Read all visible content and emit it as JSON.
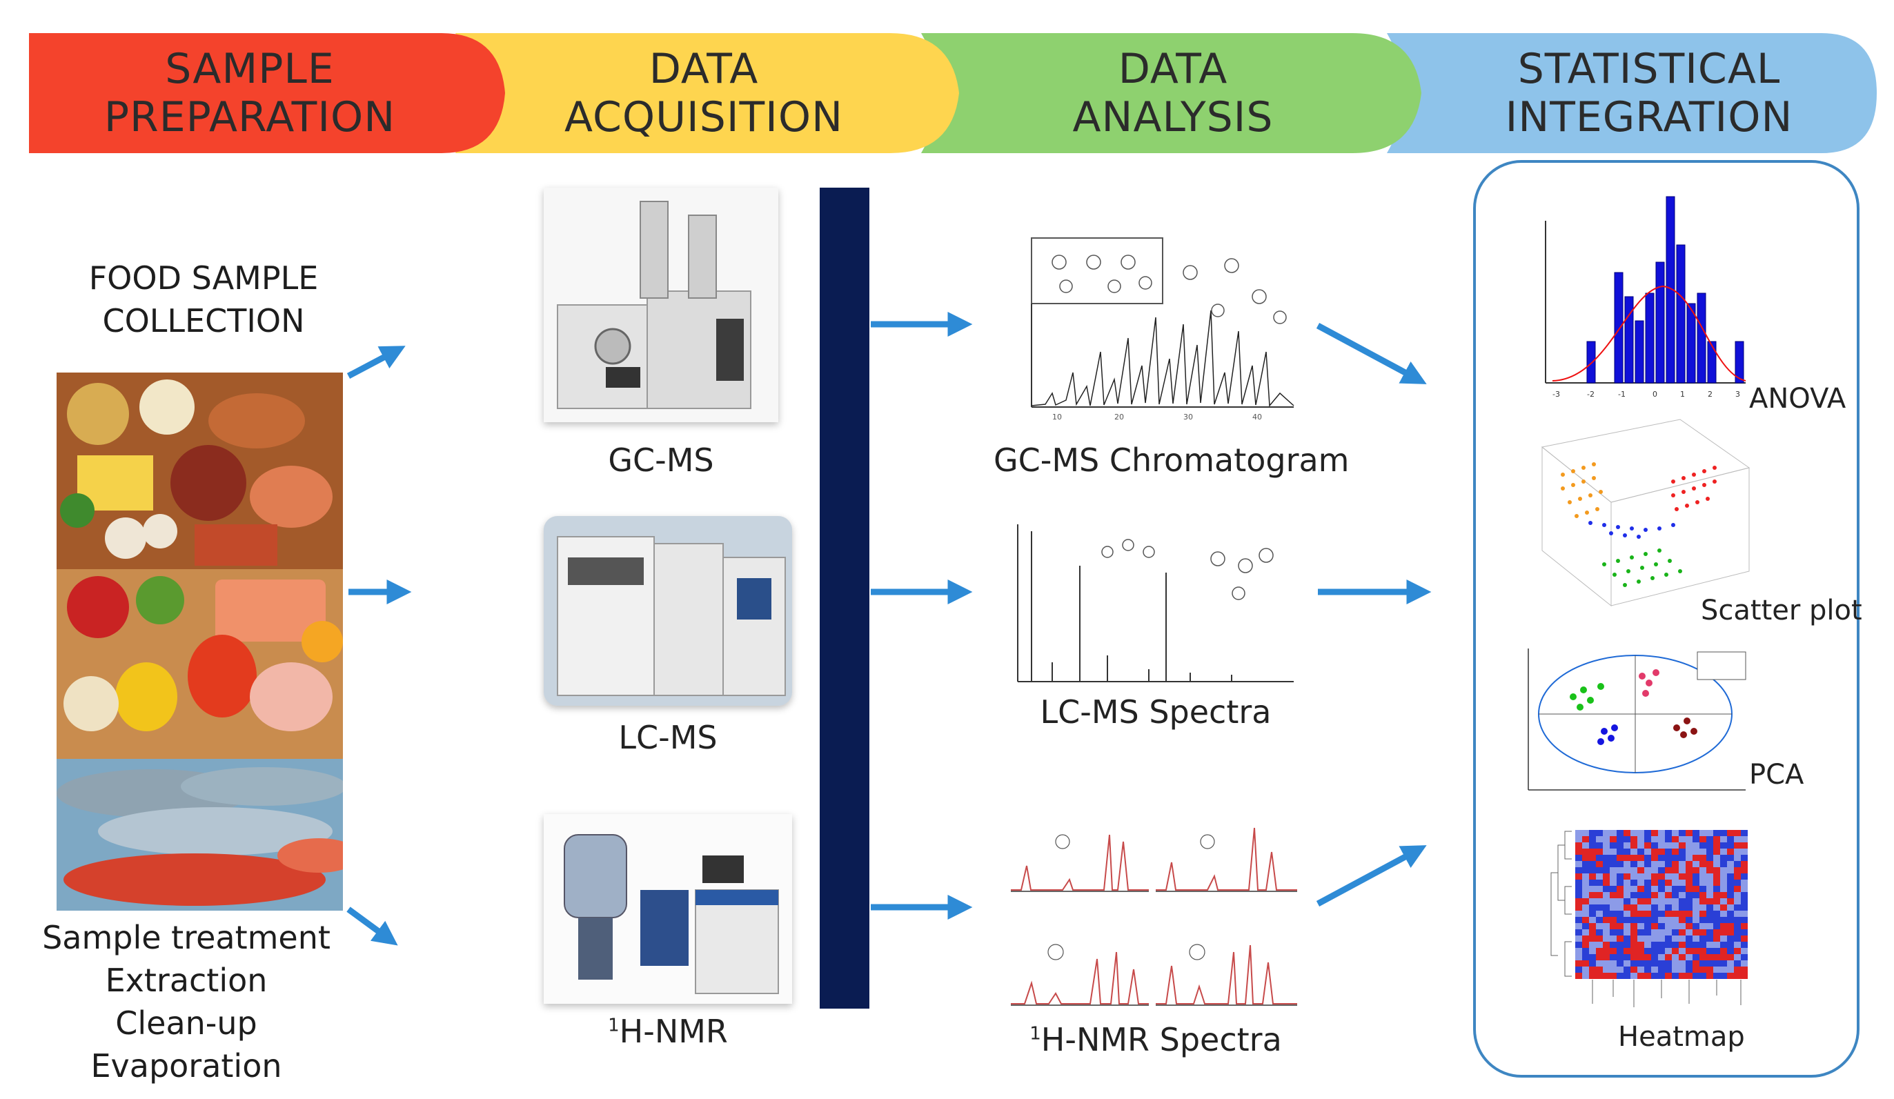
{
  "stages": [
    {
      "line1": "SAMPLE",
      "line2": "PREPARATION",
      "color": "#f4432c"
    },
    {
      "line1": "DATA",
      "line2": "ACQUISITION",
      "color": "#fed54f"
    },
    {
      "line1": "DATA",
      "line2": "ANALYSIS",
      "color": "#8ed16f"
    },
    {
      "line1": "STATISTICAL",
      "line2": "INTEGRATION",
      "color": "#8ec3ea"
    }
  ],
  "sample_preparation": {
    "heading_line1": "FOOD SAMPLE",
    "heading_line2": "COLLECTION",
    "steps": [
      "Sample treatment",
      "Extraction",
      "Clean-up",
      "Evaporation"
    ]
  },
  "instruments": {
    "gcms": "GC-MS",
    "lcms": "LC-MS",
    "nmr_sup": "1",
    "nmr": "H-NMR"
  },
  "analysis_outputs": {
    "gcms": "GC-MS Chromatogram",
    "lcms": "LC-MS Spectra",
    "nmr_sup": "1",
    "nmr": "H-NMR Spectra"
  },
  "statistics": {
    "anova": "ANOVA",
    "scatter": "Scatter plot",
    "pca": "PCA",
    "heatmap": "Heatmap"
  },
  "colors": {
    "arrow": "#2e8bd6",
    "bar": "#0a1c52",
    "box_border": "#3e86c2"
  }
}
